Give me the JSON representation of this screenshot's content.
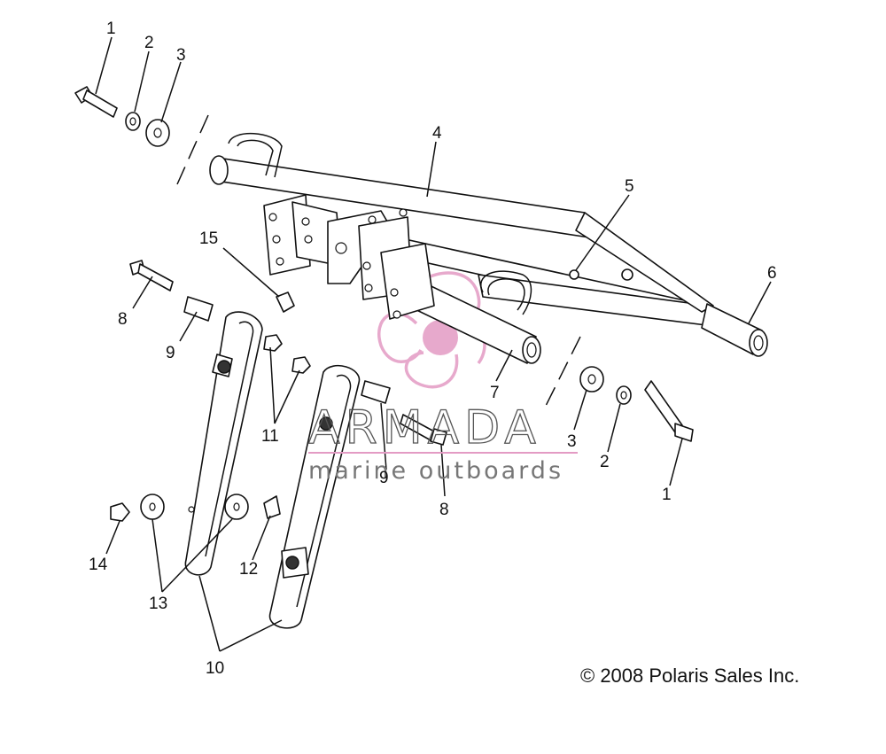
{
  "diagram": {
    "copyright": "© 2008 Polaris Sales Inc.",
    "watermark": {
      "brand": "ARMADA",
      "tagline": "marine outboards",
      "color": "#e39bc4"
    },
    "callouts": [
      {
        "id": "c1a",
        "label": "1"
      },
      {
        "id": "c2a",
        "label": "2"
      },
      {
        "id": "c3a",
        "label": "3"
      },
      {
        "id": "c4",
        "label": "4"
      },
      {
        "id": "c5",
        "label": "5"
      },
      {
        "id": "c6",
        "label": "6"
      },
      {
        "id": "c15",
        "label": "15"
      },
      {
        "id": "c8a",
        "label": "8"
      },
      {
        "id": "c9a",
        "label": "9"
      },
      {
        "id": "c11",
        "label": "11"
      },
      {
        "id": "c7",
        "label": "7"
      },
      {
        "id": "c3b",
        "label": "3"
      },
      {
        "id": "c2b",
        "label": "2"
      },
      {
        "id": "c1b",
        "label": "1"
      },
      {
        "id": "c9b",
        "label": "9"
      },
      {
        "id": "c8b",
        "label": "8"
      },
      {
        "id": "c14",
        "label": "14"
      },
      {
        "id": "c13",
        "label": "13"
      },
      {
        "id": "c12",
        "label": "12"
      },
      {
        "id": "c10",
        "label": "10"
      }
    ]
  }
}
